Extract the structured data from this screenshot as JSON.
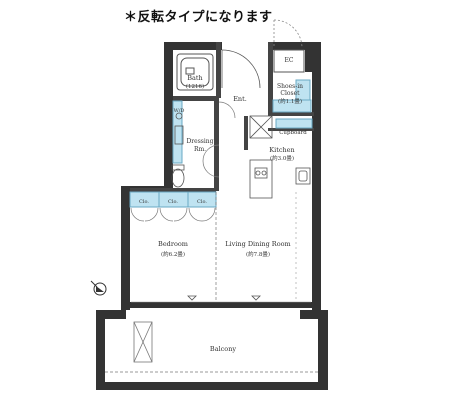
{
  "notice": "＊反転タイプになります",
  "rooms": {
    "bath": {
      "name": "Bath",
      "size": "(1216)"
    },
    "entrance": {
      "name": "Ent."
    },
    "shoes_closet": {
      "name_line1": "Shoes-in",
      "name_line2": "Closet",
      "size": "(約1.1畳)"
    },
    "ec": {
      "name": "EC"
    },
    "cupboard": {
      "name": "Cupboard"
    },
    "wash": {
      "name": "W/D"
    },
    "dressing": {
      "name_line1": "Dressing",
      "name_line2": "Rm."
    },
    "kitchen": {
      "name": "Kitchen",
      "size": "(約3.0畳)"
    },
    "closet_1": {
      "name": "Clo."
    },
    "closet_2": {
      "name": "Clo."
    },
    "closet_3": {
      "name": "Clo."
    },
    "bedroom": {
      "name": "Bedroom",
      "size": "(約6.2畳)"
    },
    "living": {
      "name": "Living Dining Room",
      "size": "(約7.8畳)"
    },
    "balcony": {
      "name": "Balcony"
    }
  },
  "colors": {
    "wall": "#333333",
    "storage": "#bfe3f1",
    "storage_stroke": "#6aa9c4",
    "lines": "#555555"
  },
  "icons": {
    "compass": "north-arrow-icon"
  }
}
